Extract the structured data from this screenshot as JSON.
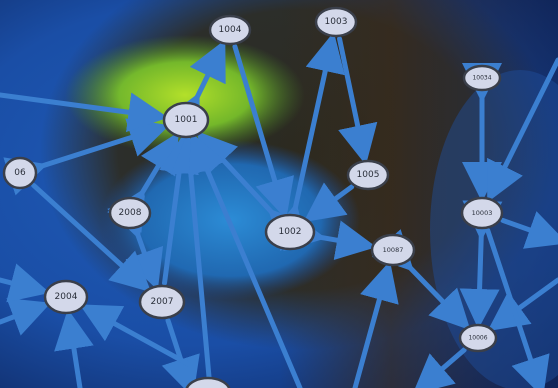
{
  "colors": {
    "edge": "#3b7fd0",
    "node_fill": "#d3d8ea",
    "node_stroke": "#3a3f4a",
    "bg_dark": "#0f2a66"
  },
  "nodes": [
    {
      "id": "n1004",
      "label": "1004"
    },
    {
      "id": "n1003",
      "label": "1003"
    },
    {
      "id": "n1001",
      "label": "1001"
    },
    {
      "id": "n1005",
      "label": "1005"
    },
    {
      "id": "n1002",
      "label": "1002"
    },
    {
      "id": "n10087",
      "label": "10087"
    },
    {
      "id": "n2008",
      "label": "2008"
    },
    {
      "id": "n2007",
      "label": "2007"
    },
    {
      "id": "n2004",
      "label": "2004"
    },
    {
      "id": "n06",
      "label": "06"
    },
    {
      "id": "n10034",
      "label": "10034"
    },
    {
      "id": "n10003",
      "label": "10003"
    },
    {
      "id": "n10006",
      "label": "10006"
    }
  ]
}
